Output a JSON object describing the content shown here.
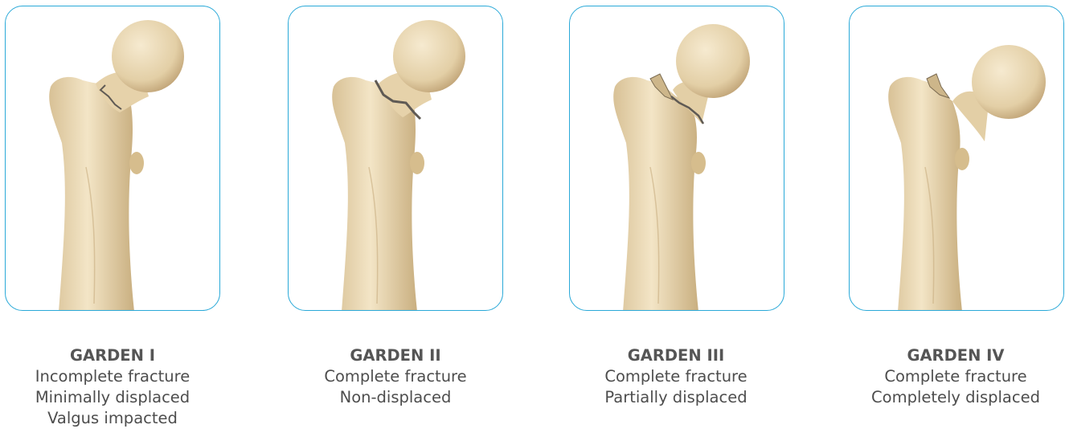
{
  "colors": {
    "frame": "#2aa9d8",
    "bone_light": "#f1e2c1",
    "bone_mid": "#ddc79c",
    "bone_shadow": "#b79c6e",
    "fracture": "#5f5a54",
    "cancellous": "#cdb68a",
    "text": "#4d4d4d"
  },
  "figures": [
    {
      "title": "GARDEN I",
      "lines": [
        "Incomplete fracture",
        "Minimally displaced",
        "Valgus impacted"
      ],
      "displacement_level": "minimal"
    },
    {
      "title": "GARDEN II",
      "lines": [
        "Complete fracture",
        "Non-displaced"
      ],
      "displacement_level": "none"
    },
    {
      "title": "GARDEN III",
      "lines": [
        "Complete fracture",
        "Partially displaced"
      ],
      "displacement_level": "partial"
    },
    {
      "title": "GARDEN IV",
      "lines": [
        "Complete fracture",
        "Completely displaced"
      ],
      "displacement_level": "complete"
    }
  ]
}
